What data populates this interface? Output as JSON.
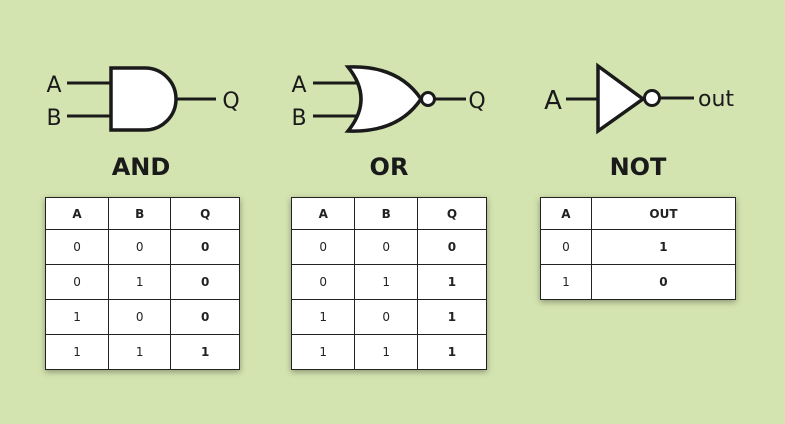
{
  "gates": {
    "and": {
      "title": "AND",
      "inputs": [
        "A",
        "B"
      ],
      "output": "Q",
      "headers": [
        "A",
        "B",
        "Q"
      ],
      "rows": [
        [
          "0",
          "0",
          "0"
        ],
        [
          "0",
          "1",
          "0"
        ],
        [
          "1",
          "0",
          "0"
        ],
        [
          "1",
          "1",
          "1"
        ]
      ]
    },
    "or": {
      "title": "OR",
      "inputs": [
        "A",
        "B"
      ],
      "output": "Q",
      "headers": [
        "A",
        "B",
        "Q"
      ],
      "rows": [
        [
          "0",
          "0",
          "0"
        ],
        [
          "0",
          "1",
          "1"
        ],
        [
          "1",
          "0",
          "1"
        ],
        [
          "1",
          "1",
          "1"
        ]
      ]
    },
    "not": {
      "title": "NOT",
      "inputs": [
        "A"
      ],
      "output": "out",
      "headers": [
        "A",
        "OUT"
      ],
      "rows": [
        [
          "0",
          "1"
        ],
        [
          "1",
          "0"
        ]
      ]
    }
  },
  "colors": {
    "background": "#d4e4b0",
    "stroke": "#1a1a1a",
    "gate_fill": "#ffffff"
  }
}
